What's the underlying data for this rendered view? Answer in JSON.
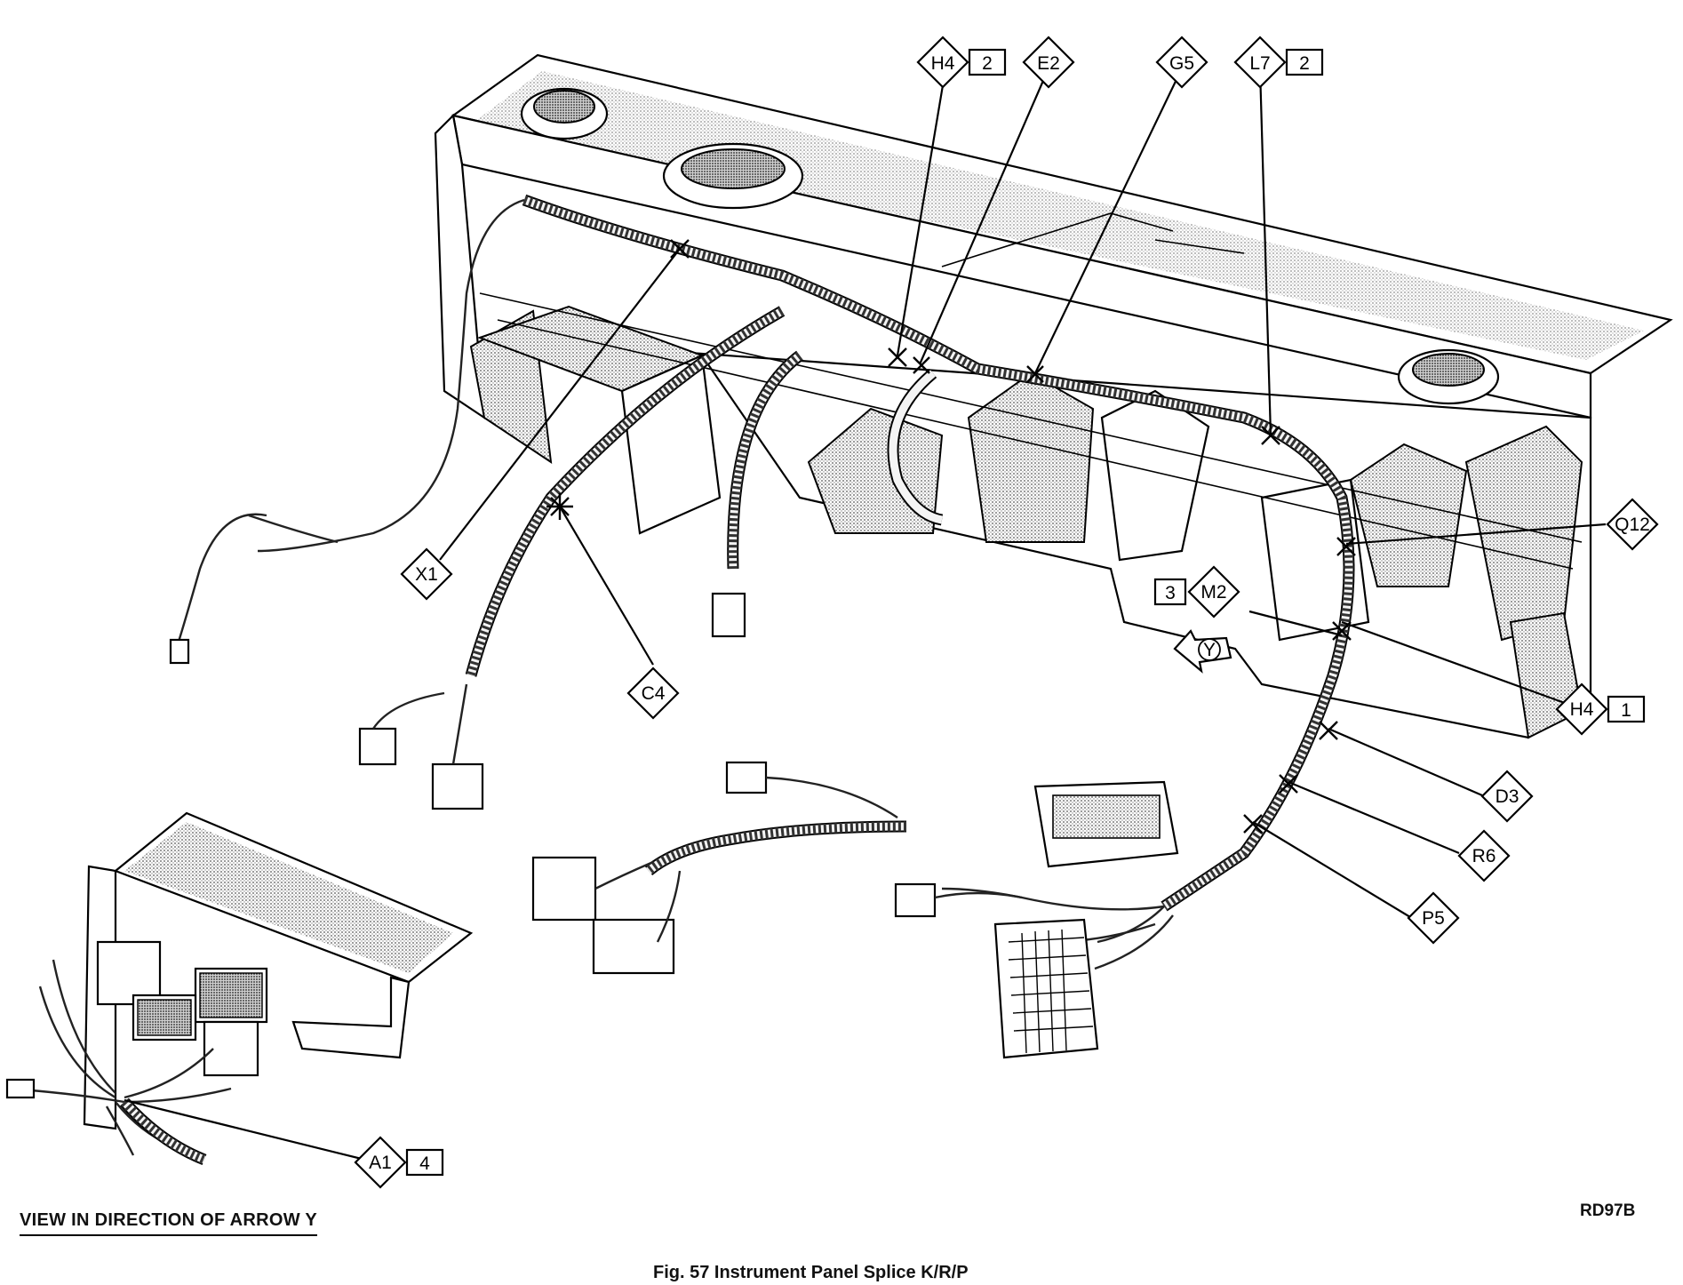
{
  "caption": "VIEW IN DIRECTION OF ARROW Y",
  "reference_code": "RD97B",
  "figure_title": "Fig. 57 Instrument Panel Splice K/R/P",
  "arrow_label": "Y",
  "callouts": {
    "h4_top": {
      "code": "H4",
      "num": "2"
    },
    "e2": {
      "code": "E2"
    },
    "g5": {
      "code": "G5"
    },
    "l7": {
      "code": "L7",
      "num": "2"
    },
    "q12": {
      "code": "Q12"
    },
    "m2": {
      "code": "M2",
      "num": "3"
    },
    "h4_right": {
      "code": "H4",
      "num": "1"
    },
    "d3": {
      "code": "D3"
    },
    "r6": {
      "code": "R6"
    },
    "p5": {
      "code": "P5"
    },
    "x1": {
      "code": "X1"
    },
    "c4": {
      "code": "C4"
    },
    "a1": {
      "code": "A1",
      "num": "4"
    }
  }
}
